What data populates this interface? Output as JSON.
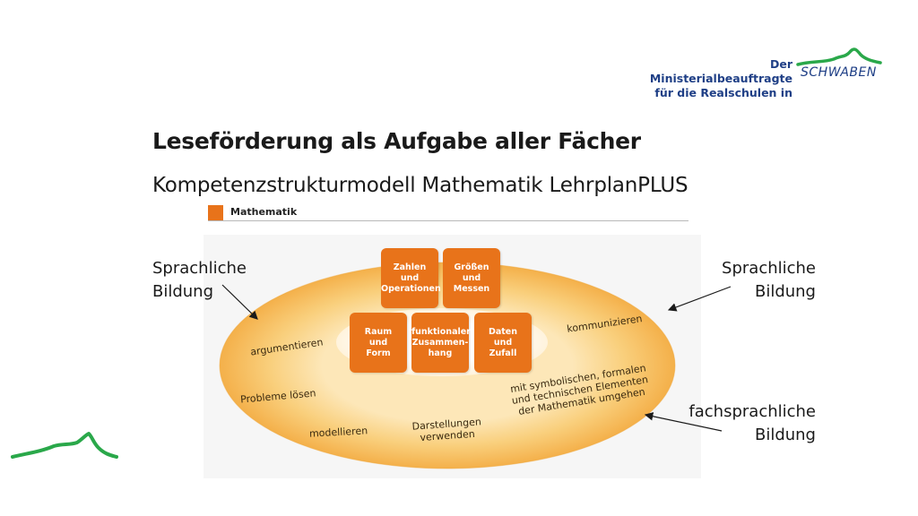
{
  "logo": {
    "line1": "Der Ministerialbeauftragte",
    "line2": "für die Realschulen in",
    "word": "SCHWABEN",
    "green": "#2aa84a",
    "blue": "#1f3f86"
  },
  "title": "Leseförderung als Aufgabe aller Fächer",
  "subtitle": "Kompetenzstrukturmodell Mathematik LehrplanPLUS",
  "math_header": "Mathematik",
  "side_labels": {
    "left": [
      "Sprachliche",
      "Bildung"
    ],
    "right": [
      "Sprachliche",
      "Bildung"
    ],
    "fach": [
      "fachsprachliche",
      "Bildung"
    ]
  },
  "content_boxes": [
    [
      "Zahlen",
      "und",
      "Operationen"
    ],
    [
      "Größen",
      "und",
      "Messen"
    ],
    [
      "Raum",
      "und",
      "Form"
    ],
    [
      "funktionaler",
      "Zusammen-",
      "hang"
    ],
    [
      "Daten",
      "und",
      "Zufall"
    ]
  ],
  "process_labels": {
    "argumentieren": "argumentieren",
    "probleme": "Probleme lösen",
    "modellieren": "modellieren",
    "darstellungen": [
      "Darstellungen",
      "verwenden"
    ],
    "kommunizieren": "kommunizieren",
    "symbolisch": [
      "mit symbolischen, formalen",
      "und technischen Elementen",
      "der Mathematik umgehen"
    ]
  },
  "colors": {
    "orange": "#e8731a",
    "ring": "#f7c46a",
    "text": "#1a1a1a"
  }
}
